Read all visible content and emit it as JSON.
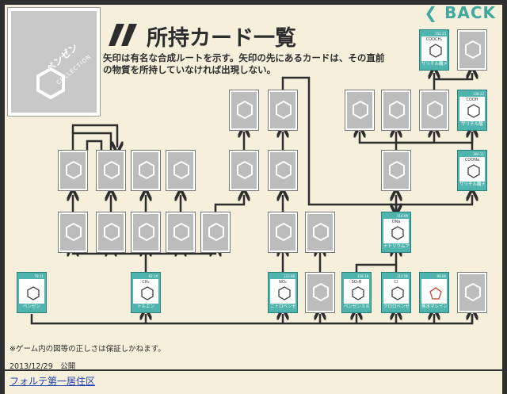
{
  "header": {
    "back_label": "BACK",
    "title": "所持カード一覧",
    "description": "矢印は有名な合成ルートを示す。矢印の先にあるカードは、その直前の物質を所持していなければ出現しない。"
  },
  "logo": {
    "text": "ベンゼン",
    "sub": "COLLECTION"
  },
  "owned_cards": [
    {
      "id": "benzene",
      "number": "78.11",
      "formula": "",
      "name": "ベンゼン"
    },
    {
      "id": "toluene",
      "number": "92.14",
      "formula": "CH₃",
      "name": "トルエン"
    },
    {
      "id": "nitrobenzene",
      "number": "123.06",
      "formula": "NO₂",
      "name": "ニトロベンゼン"
    },
    {
      "id": "benzenesulfonic",
      "number": "158.18",
      "formula": "SO₃H",
      "name": "ベンゼンスルホン酸"
    },
    {
      "id": "chlorobenzene",
      "number": "112.56",
      "formula": "Cl",
      "name": "クロロベンゼン"
    },
    {
      "id": "maleic",
      "number": "98.06",
      "formula": "",
      "name": "無水マレイン酸"
    },
    {
      "id": "phenoxide",
      "number": "116.09",
      "formula": "ONa",
      "name": "ナトリウムフェノキシド"
    },
    {
      "id": "methylsal",
      "number": "152.15",
      "formula": "COOCH₃",
      "name": "サリチル酸メチル"
    },
    {
      "id": "salicylic",
      "number": "138.12",
      "formula": "COOH",
      "name": "サリチル酸"
    },
    {
      "id": "nasal",
      "number": "160.11",
      "formula": "COONa",
      "name": "サリチル酸ナトリウム"
    }
  ],
  "footer": {
    "note": "※ゲーム内の図等の正しさは保証しかねます。",
    "date": "2013/12/29　公開",
    "link": "フォルテ第一居住区"
  },
  "colors": {
    "background": "#f6efdc",
    "accent": "#4fb3ae",
    "locked": "#bcbcbc"
  }
}
